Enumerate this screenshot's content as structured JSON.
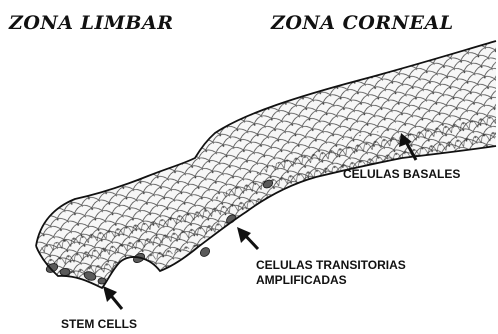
{
  "titles": {
    "limbal_zone": "ZONA LIMBAR",
    "corneal_zone": "ZONA CORNEAL"
  },
  "labels": {
    "basal_cells": "CELULAS BASALES",
    "transit_cells_line1": "CELULAS TRANSITORIAS",
    "transit_cells_line2": "AMPLIFICADAS",
    "stem_cells": "STEM CELLS"
  },
  "icons": {
    "arrow": "arrow-icon"
  },
  "colors": {
    "ink": "#111111",
    "tissue_fill": "#f7f7f7",
    "nucleus": "#5a5a5a",
    "background": "#ffffff"
  }
}
